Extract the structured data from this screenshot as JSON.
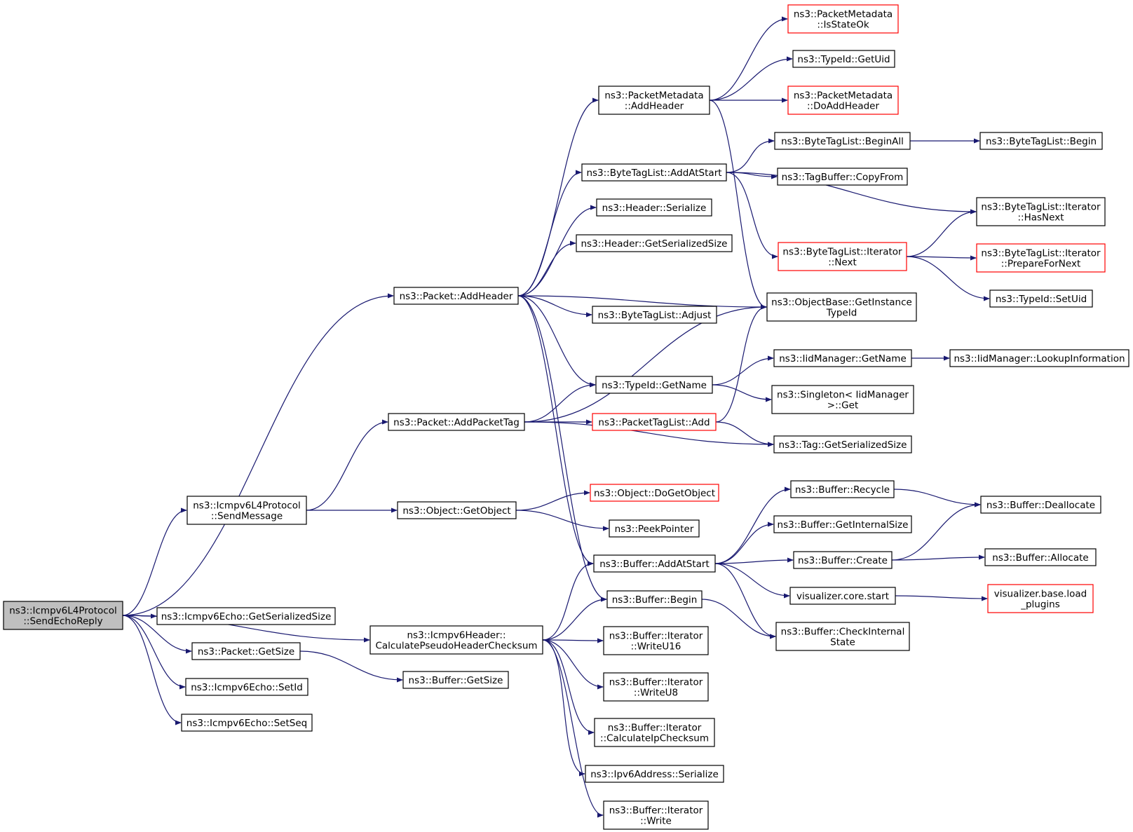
{
  "colors": {
    "edge": "#191970",
    "node_border": "#000000",
    "highlight_border": "#ff0000",
    "root_fill": "#bfbfbf"
  },
  "nodes": {
    "root": {
      "lines": [
        "ns3::Icmpv6L4Protocol",
        "::SendEchoReply"
      ]
    },
    "sendMessage": {
      "lines": [
        "ns3::Icmpv6L4Protocol",
        "::SendMessage"
      ]
    },
    "echoGetSerSize": {
      "lines": [
        "ns3::Icmpv6Echo::GetSerializedSize"
      ]
    },
    "packetGetSize": {
      "lines": [
        "ns3::Packet::GetSize"
      ]
    },
    "echoSetId": {
      "lines": [
        "ns3::Icmpv6Echo::SetId"
      ]
    },
    "echoSetSeq": {
      "lines": [
        "ns3::Icmpv6Echo::SetSeq"
      ]
    },
    "pktAddHeader": {
      "lines": [
        "ns3::Packet::AddHeader"
      ]
    },
    "pktAddPacketTag": {
      "lines": [
        "ns3::Packet::AddPacketTag"
      ]
    },
    "objGetObject": {
      "lines": [
        "ns3::Object::GetObject"
      ]
    },
    "icmpCalcPseudo": {
      "lines": [
        "ns3::Icmpv6Header::",
        "CalculatePseudoHeaderChecksum"
      ]
    },
    "bufGetSize": {
      "lines": [
        "ns3::Buffer::GetSize"
      ]
    },
    "pmAddHeader": {
      "lines": [
        "ns3::PacketMetadata",
        "::AddHeader"
      ]
    },
    "btlAddAtStart": {
      "lines": [
        "ns3::ByteTagList::AddAtStart"
      ]
    },
    "hdrSerialize": {
      "lines": [
        "ns3::Header::Serialize"
      ]
    },
    "hdrGetSerSize": {
      "lines": [
        "ns3::Header::GetSerializedSize"
      ]
    },
    "btlAdjust": {
      "lines": [
        "ns3::ByteTagList::Adjust"
      ]
    },
    "typeIdGetName": {
      "lines": [
        "ns3::TypeId::GetName"
      ]
    },
    "ptlAdd": {
      "lines": [
        "ns3::PacketTagList::Add"
      ]
    },
    "objDoGetObject": {
      "lines": [
        "ns3::Object::DoGetObject"
      ]
    },
    "peekPointer": {
      "lines": [
        "ns3::PeekPointer"
      ]
    },
    "bufAddAtStart": {
      "lines": [
        "ns3::Buffer::AddAtStart"
      ]
    },
    "bufBegin": {
      "lines": [
        "ns3::Buffer::Begin"
      ]
    },
    "bufIterWriteU16": {
      "lines": [
        "ns3::Buffer::Iterator",
        "::WriteU16"
      ]
    },
    "bufIterWriteU8": {
      "lines": [
        "ns3::Buffer::Iterator",
        "::WriteU8"
      ]
    },
    "bufIterCalcIp": {
      "lines": [
        "ns3::Buffer::Iterator",
        "::CalculateIpChecksum"
      ]
    },
    "ipv6Serialize": {
      "lines": [
        "ns3::Ipv6Address::Serialize"
      ]
    },
    "bufIterWrite": {
      "lines": [
        "ns3::Buffer::Iterator",
        "::Write"
      ]
    },
    "pmIsStateOk": {
      "lines": [
        "ns3::PacketMetadata",
        "::IsStateOk"
      ]
    },
    "typeIdGetUid": {
      "lines": [
        "ns3::TypeId::GetUid"
      ]
    },
    "pmDoAddHeader": {
      "lines": [
        "ns3::PacketMetadata",
        "::DoAddHeader"
      ]
    },
    "btlBeginAll": {
      "lines": [
        "ns3::ByteTagList::BeginAll"
      ]
    },
    "tagBufCopyFrom": {
      "lines": [
        "ns3::TagBuffer::CopyFrom"
      ]
    },
    "btlIterNext": {
      "lines": [
        "ns3::ByteTagList::Iterator",
        "::Next"
      ]
    },
    "objBaseGetInst": {
      "lines": [
        "ns3::ObjectBase::GetInstance",
        "TypeId"
      ]
    },
    "iidGetName": {
      "lines": [
        "ns3::IidManager::GetName"
      ]
    },
    "singletonGet": {
      "lines": [
        "ns3::Singleton< IidManager",
        ">::Get"
      ]
    },
    "tagGetSerSize": {
      "lines": [
        "ns3::Tag::GetSerializedSize"
      ]
    },
    "bufRecycle": {
      "lines": [
        "ns3::Buffer::Recycle"
      ]
    },
    "bufGetInternalSize": {
      "lines": [
        "ns3::Buffer::GetInternalSize"
      ]
    },
    "bufCreate": {
      "lines": [
        "ns3::Buffer::Create"
      ]
    },
    "vizCoreStart": {
      "lines": [
        "visualizer.core.start"
      ]
    },
    "bufCheckInternal": {
      "lines": [
        "ns3::Buffer::CheckInternal",
        "State"
      ]
    },
    "btlBegin": {
      "lines": [
        "ns3::ByteTagList::Begin"
      ]
    },
    "btlIterHasNext": {
      "lines": [
        "ns3::ByteTagList::Iterator",
        "::HasNext"
      ]
    },
    "btlIterPrepare": {
      "lines": [
        "ns3::ByteTagList::Iterator",
        "::PrepareForNext"
      ]
    },
    "typeIdSetUid": {
      "lines": [
        "ns3::TypeId::SetUid"
      ]
    },
    "iidLookup": {
      "lines": [
        "ns3::IidManager::LookupInformation"
      ]
    },
    "bufDeallocate": {
      "lines": [
        "ns3::Buffer::Deallocate"
      ]
    },
    "bufAllocate": {
      "lines": [
        "ns3::Buffer::Allocate"
      ]
    },
    "vizLoadPlugins": {
      "lines": [
        "visualizer.base.load",
        "_plugins"
      ]
    }
  },
  "edges": [
    [
      "root",
      "pktAddHeader"
    ],
    [
      "root",
      "sendMessage"
    ],
    [
      "root",
      "icmpCalcPseudo"
    ],
    [
      "root",
      "echoGetSerSize"
    ],
    [
      "root",
      "packetGetSize"
    ],
    [
      "root",
      "echoSetId"
    ],
    [
      "root",
      "echoSetSeq"
    ],
    [
      "sendMessage",
      "pktAddPacketTag"
    ],
    [
      "sendMessage",
      "objGetObject"
    ],
    [
      "packetGetSize",
      "bufGetSize"
    ],
    [
      "pktAddHeader",
      "pmAddHeader"
    ],
    [
      "pktAddHeader",
      "btlAddAtStart"
    ],
    [
      "pktAddHeader",
      "hdrSerialize"
    ],
    [
      "pktAddHeader",
      "hdrGetSerSize"
    ],
    [
      "pktAddHeader",
      "objBaseGetInst"
    ],
    [
      "pktAddHeader",
      "btlAdjust"
    ],
    [
      "pktAddHeader",
      "typeIdGetName"
    ],
    [
      "pktAddHeader",
      "bufAddAtStart"
    ],
    [
      "pktAddHeader",
      "bufBegin"
    ],
    [
      "pktAddPacketTag",
      "objBaseGetInst"
    ],
    [
      "pktAddPacketTag",
      "typeIdGetName"
    ],
    [
      "pktAddPacketTag",
      "ptlAdd"
    ],
    [
      "pktAddPacketTag",
      "tagGetSerSize"
    ],
    [
      "objGetObject",
      "objDoGetObject"
    ],
    [
      "objGetObject",
      "peekPointer"
    ],
    [
      "icmpCalcPseudo",
      "bufAddAtStart"
    ],
    [
      "icmpCalcPseudo",
      "bufBegin"
    ],
    [
      "icmpCalcPseudo",
      "bufIterWriteU16"
    ],
    [
      "icmpCalcPseudo",
      "bufIterWriteU8"
    ],
    [
      "icmpCalcPseudo",
      "bufIterCalcIp"
    ],
    [
      "icmpCalcPseudo",
      "ipv6Serialize"
    ],
    [
      "icmpCalcPseudo",
      "bufIterWrite"
    ],
    [
      "pmAddHeader",
      "pmIsStateOk"
    ],
    [
      "pmAddHeader",
      "typeIdGetUid"
    ],
    [
      "pmAddHeader",
      "pmDoAddHeader"
    ],
    [
      "pmAddHeader",
      "objBaseGetInst"
    ],
    [
      "btlAddAtStart",
      "btlBeginAll"
    ],
    [
      "btlAddAtStart",
      "tagBufCopyFrom"
    ],
    [
      "btlAddAtStart",
      "btlIterHasNext"
    ],
    [
      "btlAddAtStart",
      "btlIterNext"
    ],
    [
      "btlBeginAll",
      "btlBegin"
    ],
    [
      "btlIterNext",
      "btlIterHasNext"
    ],
    [
      "btlIterNext",
      "btlIterPrepare"
    ],
    [
      "btlIterNext",
      "typeIdSetUid"
    ],
    [
      "typeIdGetName",
      "iidGetName"
    ],
    [
      "typeIdGetName",
      "singletonGet"
    ],
    [
      "iidGetName",
      "iidLookup"
    ],
    [
      "ptlAdd",
      "objBaseGetInst"
    ],
    [
      "ptlAdd",
      "tagGetSerSize"
    ],
    [
      "bufAddAtStart",
      "bufRecycle"
    ],
    [
      "bufAddAtStart",
      "bufGetInternalSize"
    ],
    [
      "bufAddAtStart",
      "bufCreate"
    ],
    [
      "bufAddAtStart",
      "vizCoreStart"
    ],
    [
      "bufAddAtStart",
      "bufCheckInternal"
    ],
    [
      "bufBegin",
      "bufCheckInternal"
    ],
    [
      "bufRecycle",
      "bufDeallocate"
    ],
    [
      "bufCreate",
      "bufDeallocate"
    ],
    [
      "bufCreate",
      "bufAllocate"
    ],
    [
      "vizCoreStart",
      "vizLoadPlugins"
    ]
  ]
}
